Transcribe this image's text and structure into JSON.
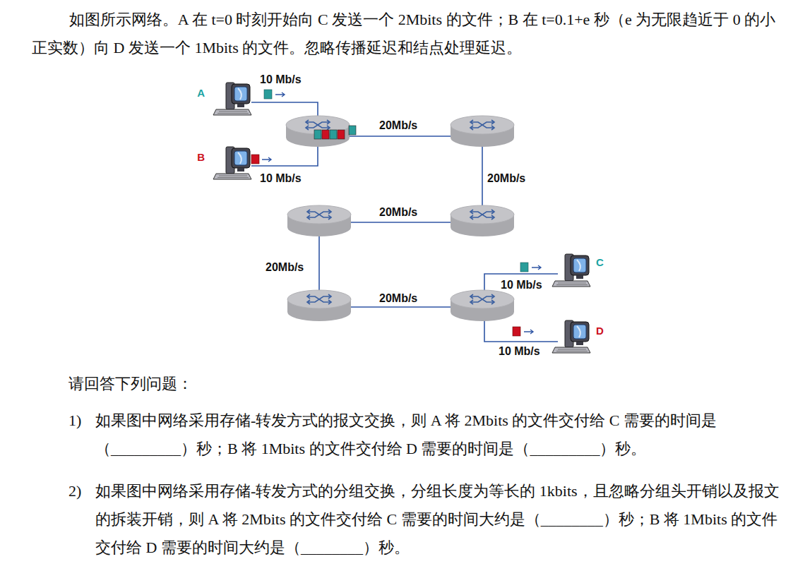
{
  "diagram": {
    "nodes": [
      {
        "text": [
          "A"
        ]
      },
      {
        "text": [
          "B"
        ]
      },
      {
        "text": [
          "C"
        ]
      },
      {
        "text": [
          "D"
        ]
      }
    ],
    "labels": [
      "如图所示网络。A 在 t=0 时刻开始向 C 发送一个 2Mbits 的文件；B 在 t=0.1+e 秒（e 为无限趋近于 0 的小正实数）向 D 发送一个 1Mbits 的文件。忽略传播延迟和结点处理延迟。",
      "10 Mb/s",
      "20Mb/s",
      "10 Mb/s",
      "20Mb/s",
      "20Mb/s",
      "20Mb/s",
      "10 Mb/s",
      "20Mb/s",
      "10 Mb/s",
      "请回答下列问题：",
      "1)",
      "如果图中网络采用存储-转发方式的报文交换，则 A 将 2Mbits 的文件交付给 C 需要的时间是（_________）秒；B 将 1Mbits 的文件交付给 D 需要的时间是（_________）秒。",
      "2)",
      "如果图中网络采用存储-转发方式的分组交换，分组长度为等长的 1kbits，且忽略分组头开销以及报文的拆装开销，则 A 将 2Mbits 的文件交付给 C 需要的时间大约是（________）秒；B 将 1Mbits 的文件交付给 D 需要的时间大约是（________）秒。"
    ]
  }
}
